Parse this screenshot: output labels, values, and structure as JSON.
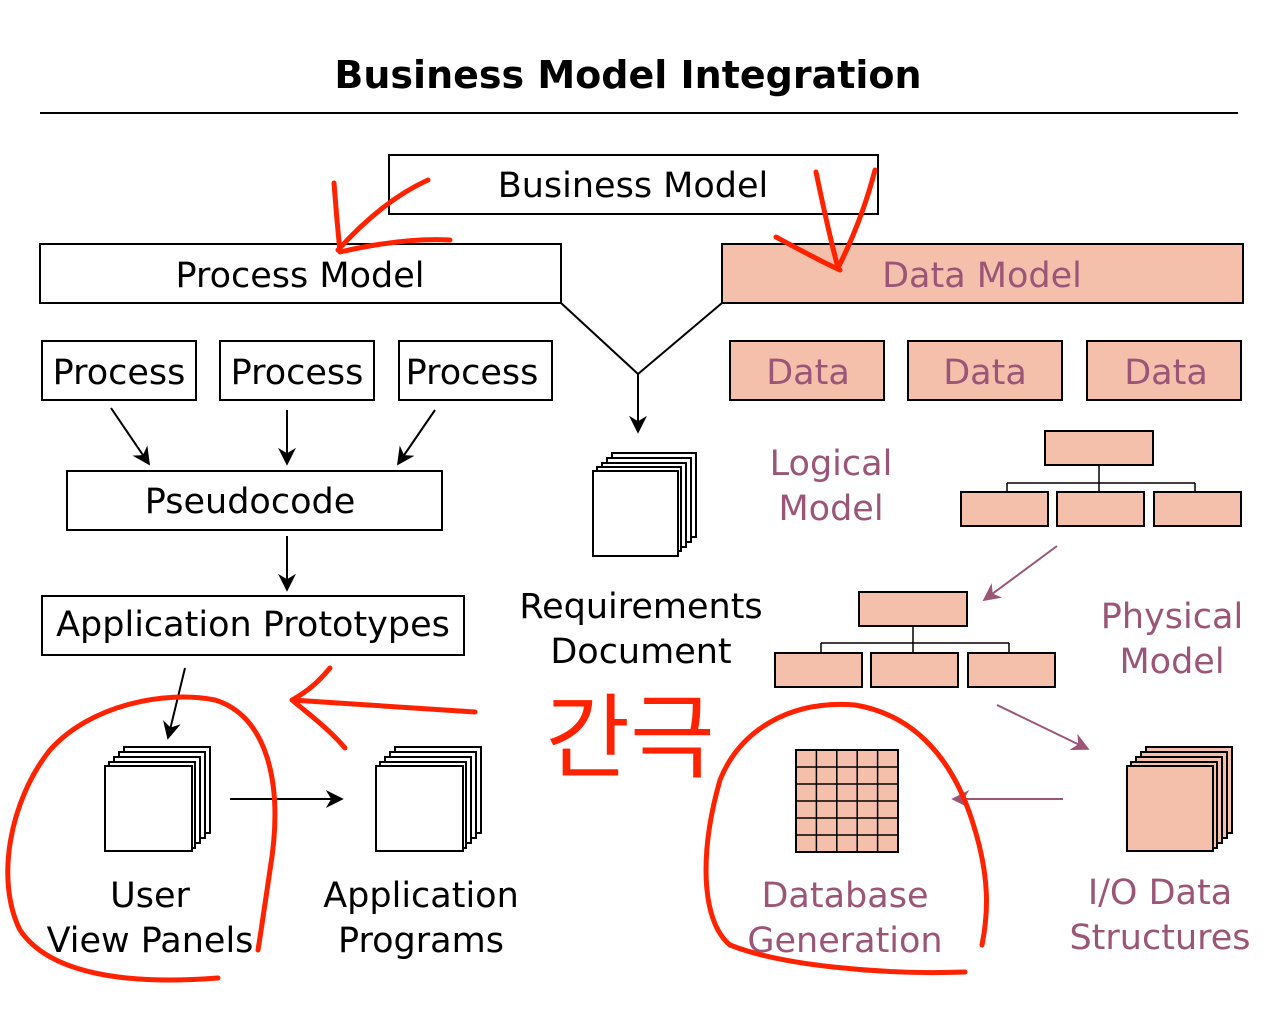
{
  "title": "Business Model Integration",
  "colors": {
    "data_fill": "#f4c0ab",
    "data_text": "#9a5577",
    "ink": "#000000",
    "annotation_red": "#ff2200"
  },
  "nodes": {
    "business_model": "Business Model",
    "process_model": "Process Model",
    "data_model": "Data Model",
    "process_1": "Process",
    "process_2": "Process",
    "process_3": "Process",
    "data_1": "Data",
    "data_2": "Data",
    "data_3": "Data",
    "pseudocode": "Pseudocode",
    "application_prototypes": "Application Prototypes",
    "requirements_document": {
      "line1": "Requirements",
      "line2": "Document"
    },
    "logical_model": {
      "line1": "Logical",
      "line2": "Model"
    },
    "physical_model": {
      "line1": "Physical",
      "line2": "Model"
    },
    "user_view_panels": {
      "line1": "User",
      "line2": "View Panels"
    },
    "application_programs": {
      "line1": "Application",
      "line2": "Programs"
    },
    "database_generation": {
      "line1": "Database",
      "line2": "Generation"
    },
    "io_data_structures": {
      "line1": "I/O Data",
      "line2": "Structures"
    }
  },
  "annotations": {
    "handwritten_korean": "간극"
  },
  "icons": [
    "document-stack-icon",
    "tree-hierarchy-icon",
    "grid-table-icon"
  ]
}
